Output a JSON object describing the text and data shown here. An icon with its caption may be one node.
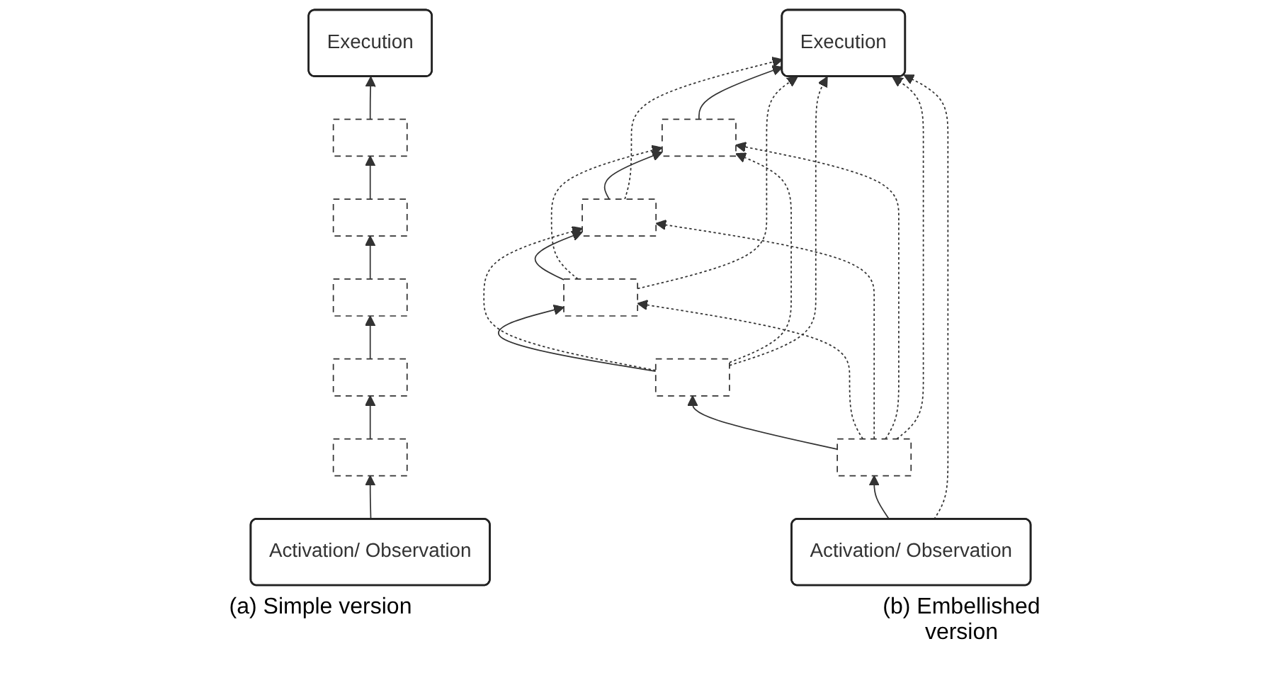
{
  "diagram": {
    "nodes": [
      {
        "text": [
          "Activation/ Observation"
        ]
      },
      {
        "text": [],
        "shape": "box"
      },
      {
        "text": [],
        "shape": "box"
      },
      {
        "text": [],
        "shape": "box"
      },
      {
        "text": [],
        "shape": "box"
      },
      {
        "text": [],
        "shape": "box"
      },
      {
        "text": [
          "Execution"
        ]
      },
      {
        "text": [
          "Activation/ Observation"
        ]
      },
      {
        "text": [],
        "shape": "box"
      },
      {
        "text": [],
        "shape": "box"
      },
      {
        "text": [],
        "shape": "box"
      },
      {
        "text": [],
        "shape": "box"
      },
      {
        "text": [],
        "shape": "box"
      },
      {
        "text": [
          "Execution"
        ]
      }
    ],
    "edges": [
      {
        "from": 0,
        "to": 1,
        "arrow": "to"
      },
      {
        "from": 1,
        "to": 2,
        "arrow": "to"
      },
      {
        "from": 2,
        "to": 3,
        "arrow": "to"
      },
      {
        "from": 3,
        "to": 4,
        "arrow": "to"
      },
      {
        "from": 4,
        "to": 5,
        "arrow": "to"
      },
      {
        "from": 5,
        "to": 6,
        "arrow": "to"
      },
      {
        "from": 7,
        "to": 8,
        "arrow": "to"
      },
      {
        "from": 8,
        "to": 9,
        "arrow": "to"
      },
      {
        "from": 9,
        "to": 10,
        "arrow": "to"
      },
      {
        "from": 10,
        "to": 11,
        "arrow": "to"
      },
      {
        "from": 11,
        "to": 12,
        "arrow": "to"
      },
      {
        "from": 12,
        "to": 13,
        "arrow": "to"
      },
      {
        "from": 8,
        "to": 10,
        "arrow": "to",
        "style": "dashed"
      },
      {
        "from": 8,
        "to": 11,
        "arrow": "to",
        "style": "dashed"
      },
      {
        "from": 8,
        "to": 12,
        "arrow": "to",
        "style": "dashed"
      },
      {
        "from": 8,
        "to": 13,
        "arrow": "to",
        "style": "dashed"
      },
      {
        "from": 9,
        "to": 11,
        "arrow": "to",
        "style": "dashed"
      },
      {
        "from": 9,
        "to": 12,
        "arrow": "to",
        "style": "dashed"
      },
      {
        "from": 9,
        "to": 13,
        "arrow": "to",
        "style": "dashed"
      },
      {
        "from": 10,
        "to": 12,
        "arrow": "to",
        "style": "dashed"
      },
      {
        "from": 10,
        "to": 13,
        "arrow": "to",
        "style": "dashed"
      },
      {
        "from": 11,
        "to": 13,
        "arrow": "to",
        "style": "dashed"
      },
      {
        "from": 7,
        "to": 13,
        "arrow": "to",
        "style": "dashed"
      }
    ],
    "labels": [
      "(a) Simple version",
      "(b) Embellished version"
    ]
  }
}
